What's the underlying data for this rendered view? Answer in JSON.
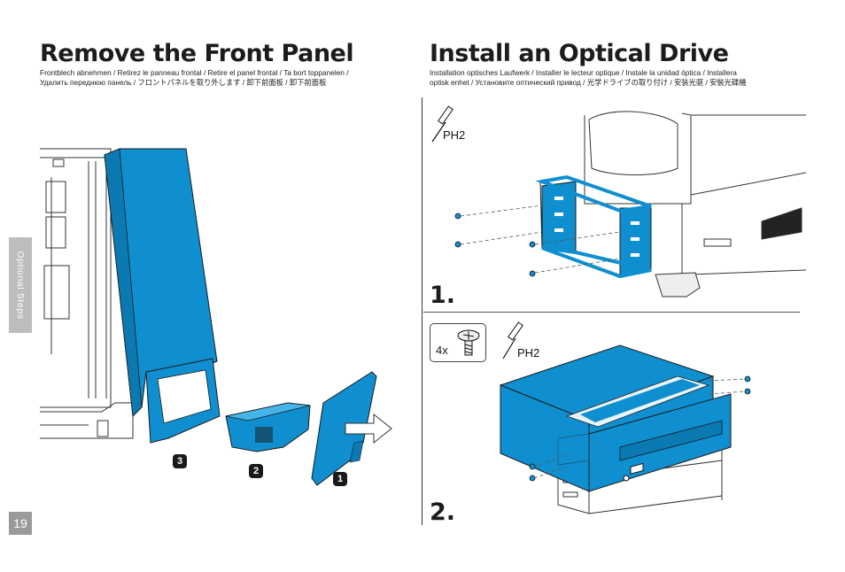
{
  "left": {
    "title": "Remove the Front Panel",
    "subtitle_line1": "Frontblech abnehmen / Retirez le panneau frontal / Retire el panel frontal / Ta bort toppanelen /",
    "subtitle_line2": "Удалить переднюю панель / フロントパネルを取り外します / 卸下前面板 / 卸下前面板",
    "badges": [
      "3",
      "2",
      "1"
    ]
  },
  "right": {
    "title": "Install an Optical Drive",
    "subtitle_line1": "Installation optisches Laufwerk / Installer le lecteur optique / Instale la unidad óptica / Installera",
    "subtitle_line2": "optisk enhet / Установите оптический привод / 光学ドライブの取り付け / 安装光驱 / 安裝光碟機",
    "step1": "1.",
    "step2": "2.",
    "tool1": "PH2",
    "tool2": "PH2",
    "screw_qty": "4x"
  },
  "side_tab": "Optional Steps",
  "page_number": "19",
  "colors": {
    "accent": "#0f8fcf",
    "tab": "#bdbdbd",
    "page_num_bg": "#9a9a9a",
    "ink": "#1a1a1a"
  },
  "icons": [
    "screwdriver-icon",
    "screw-icon",
    "arrow-right-icon"
  ]
}
